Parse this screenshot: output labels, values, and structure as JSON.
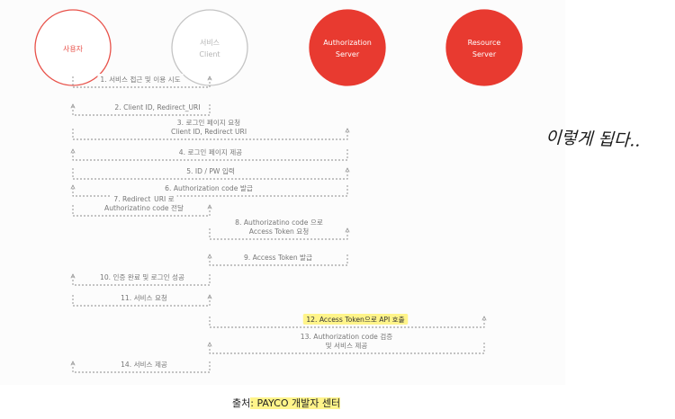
{
  "colors": {
    "red": "#e83a30",
    "lightRed": "#e8524a",
    "gray": "#c4c4c4",
    "line": "#8a8a8a",
    "label": "#777777",
    "highlight": "#fff48a"
  },
  "actors": [
    {
      "name": "사용자",
      "sub": "",
      "style": "outline-red"
    },
    {
      "name": "서비스",
      "sub": "Client",
      "style": "outline-gray"
    },
    {
      "name": "Authorization",
      "sub": "Server",
      "style": "filled"
    },
    {
      "name": "Resource",
      "sub": "Server",
      "style": "filled"
    }
  ],
  "steps": [
    {
      "from": 0,
      "to": 1,
      "lines": [
        "1. 서비스 접근 및 이용 시도"
      ]
    },
    {
      "from": 1,
      "to": 0,
      "lines": [
        "2. Client ID, Redirect_URI"
      ]
    },
    {
      "from": 0,
      "to": 2,
      "lines": [
        "3. 로그인 페이지 요청",
        "Client ID, Redirect URI"
      ]
    },
    {
      "from": 2,
      "to": 0,
      "lines": [
        "4. 로그인 페이지 제공"
      ]
    },
    {
      "from": 0,
      "to": 2,
      "lines": [
        "5. ID / PW 입력"
      ]
    },
    {
      "from": 2,
      "to": 0,
      "lines": [
        "6. Authorization code 발급"
      ]
    },
    {
      "from": 0,
      "to": 1,
      "lines": [
        "7. Redirect_URI 로",
        "Authorizatino code 전달"
      ]
    },
    {
      "from": 1,
      "to": 2,
      "lines": [
        "8. Authorizatino code 으로",
        "Access Token 요청"
      ]
    },
    {
      "from": 2,
      "to": 1,
      "lines": [
        "9. Access Token 발급"
      ]
    },
    {
      "from": 1,
      "to": 0,
      "lines": [
        "10. 인증 완료 및 로그인 성공"
      ]
    },
    {
      "from": 0,
      "to": 1,
      "lines": [
        "11. 서비스 요청"
      ]
    },
    {
      "from": 1,
      "to": 3,
      "lines": [
        "12. Access Token으로 API 호출"
      ],
      "highlight": true
    },
    {
      "from": 3,
      "to": 1,
      "lines": [
        "13. Authorization code 검증",
        "및 서비스 제공"
      ]
    },
    {
      "from": 1,
      "to": 0,
      "lines": [
        "14. 서비스 제공"
      ]
    }
  ],
  "caption": {
    "prefix": "출처",
    "body": ": PAYCO 개발자 센터"
  },
  "handwriting": "이렇게 됩다.."
}
